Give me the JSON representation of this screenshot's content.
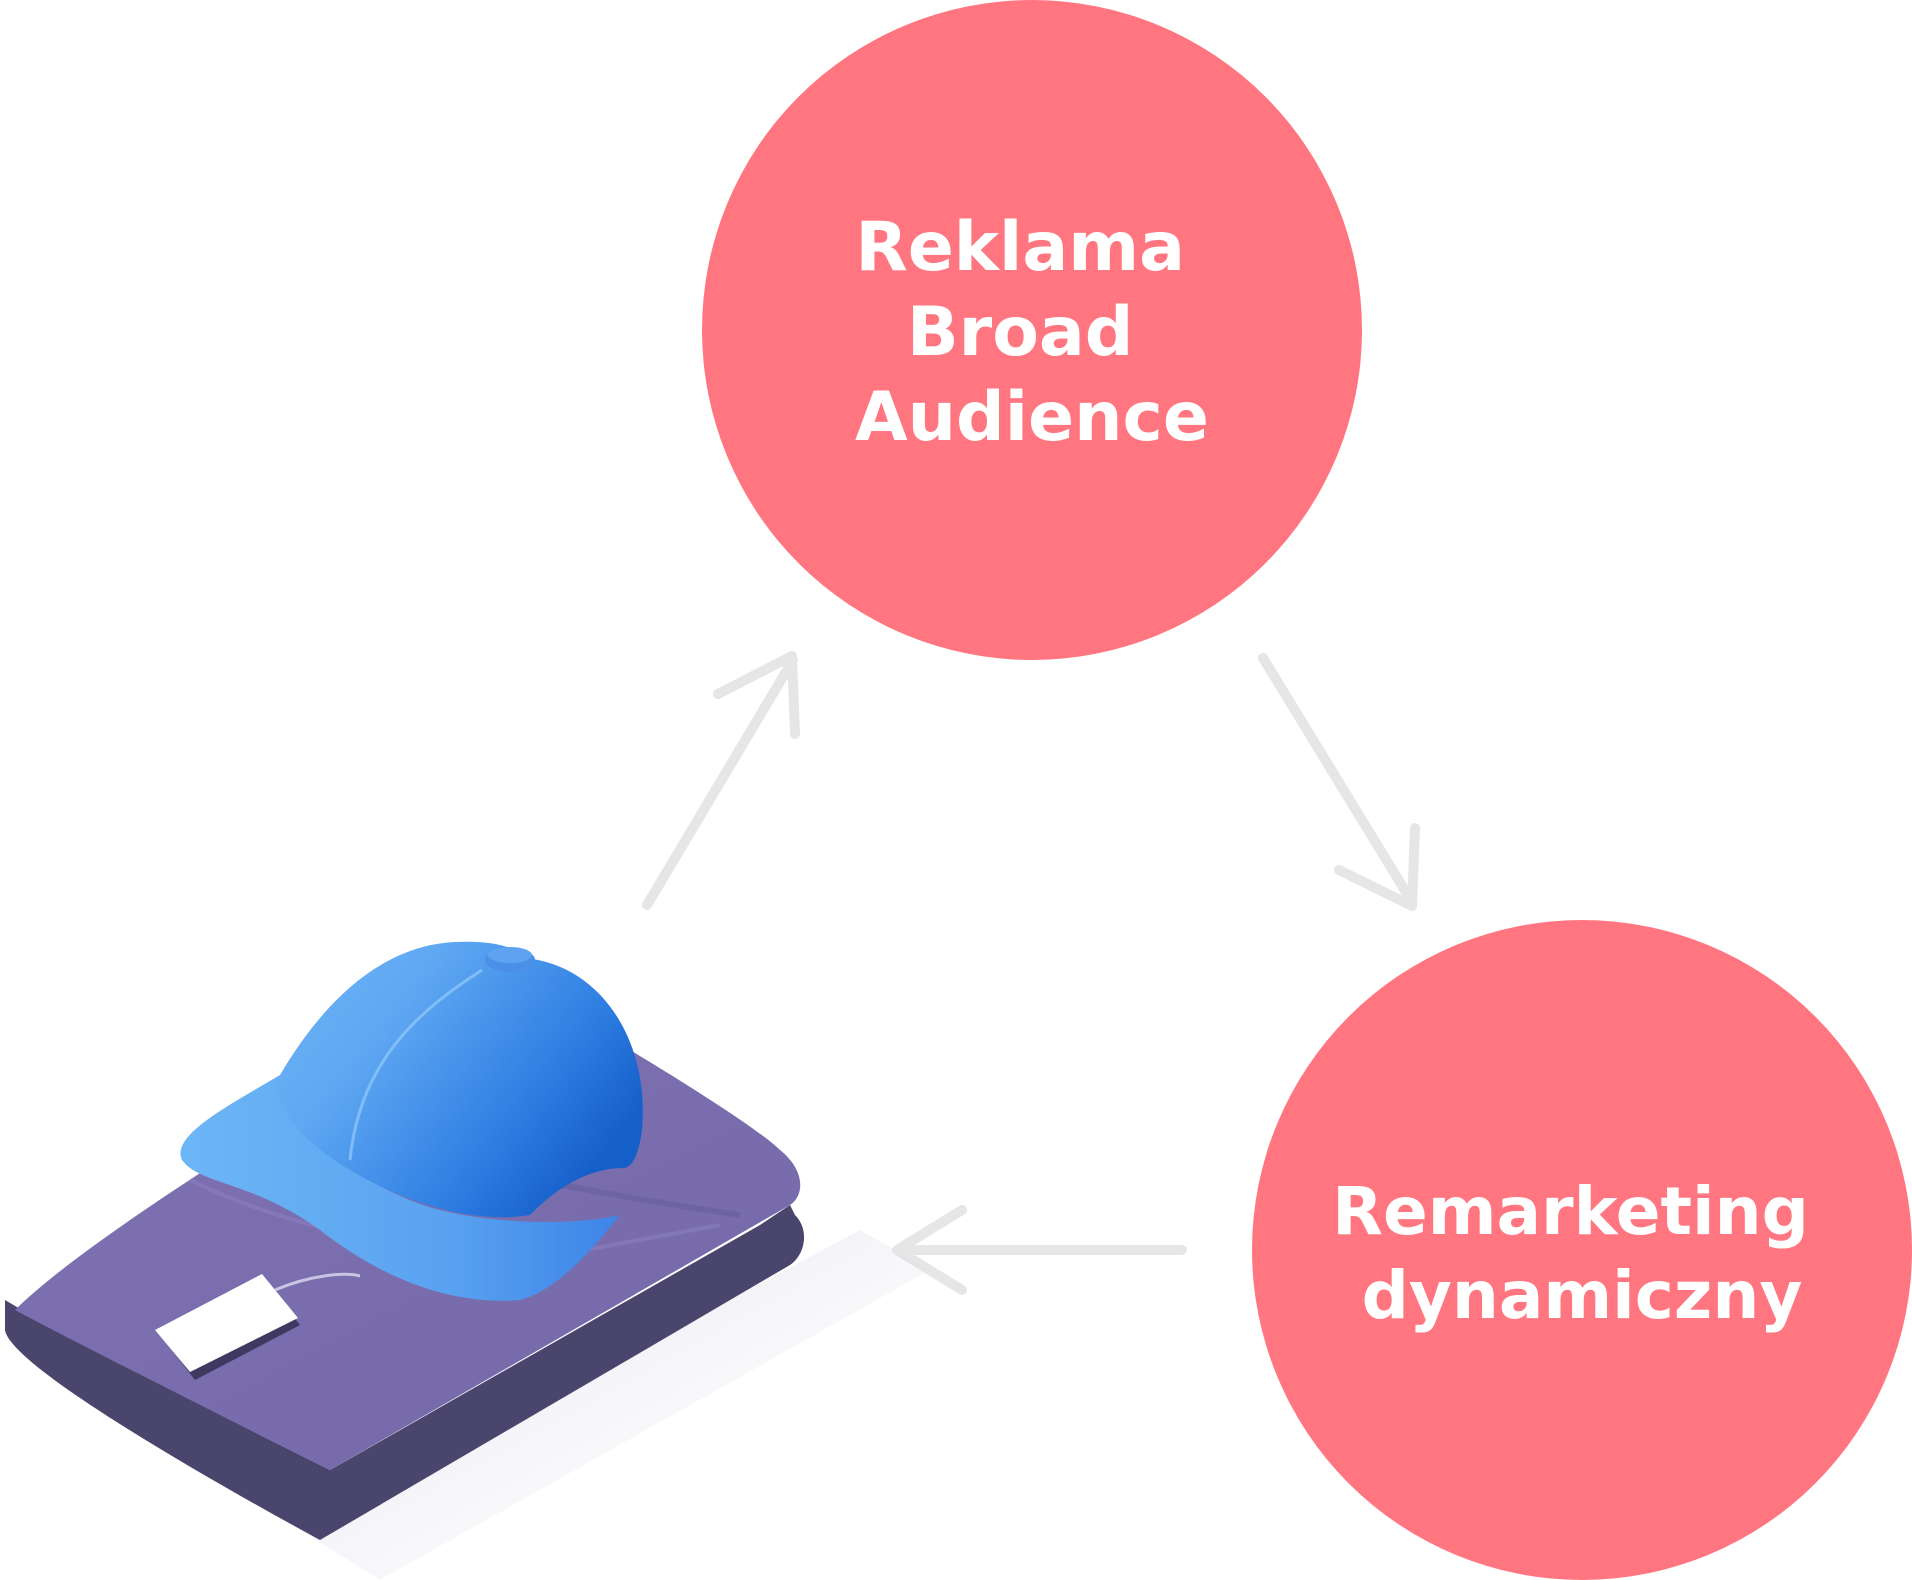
{
  "nodes": {
    "top": {
      "lines": [
        "Reklama",
        "Broad",
        "Audience"
      ]
    },
    "right": {
      "lines": [
        "Remarketing",
        "dynamiczny"
      ]
    }
  },
  "colors": {
    "node_fill": "#FF7680",
    "arrow": "#E6E6E6",
    "label_text": "#FFFFFF",
    "cap_light": "#6DB6F6",
    "cap_dark": "#155FC9",
    "fabric_top": "#786CAD",
    "fabric_side": "#4A456D"
  },
  "icons": {
    "product": "cap-on-folded-trousers-illustration"
  }
}
